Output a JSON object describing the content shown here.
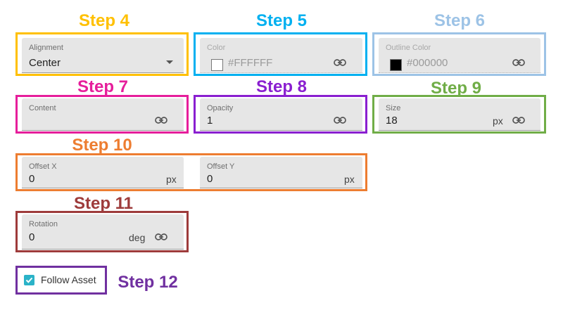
{
  "colors": {
    "step4": "#ffc000",
    "step5": "#00b0f0",
    "step6": "#9dc3e6",
    "step7": "#e61e9b",
    "step8": "#8a1fd0",
    "step9": "#70ad47",
    "step10": "#ed7d31",
    "step11": "#9e3b3b",
    "step12": "#7030a0",
    "checkbox": "#2bb3c8"
  },
  "steps": {
    "s4": "Step 4",
    "s5": "Step 5",
    "s6": "Step 6",
    "s7": "Step 7",
    "s8": "Step 8",
    "s9": "Step 9",
    "s10": "Step 10",
    "s11": "Step 11",
    "s12": "Step 12"
  },
  "fields": {
    "alignment": {
      "label": "Alignment",
      "value": "Center",
      "icon": "chevron-down-icon"
    },
    "color": {
      "label": "Color",
      "value": "#FFFFFF",
      "swatch": "#ffffff",
      "icon": "link-icon"
    },
    "outline_color": {
      "label": "Outline Color",
      "value": "#000000",
      "swatch": "#000000",
      "icon": "link-icon"
    },
    "content": {
      "label": "Content",
      "value": "",
      "icon": "link-icon"
    },
    "opacity": {
      "label": "Opacity",
      "value": "1",
      "icon": "link-icon"
    },
    "size": {
      "label": "Size",
      "value": "18",
      "unit": "px",
      "icon": "link-icon"
    },
    "offset_x": {
      "label": "Offset X",
      "value": "0",
      "unit": "px"
    },
    "offset_y": {
      "label": "Offset Y",
      "value": "0",
      "unit": "px"
    },
    "rotation": {
      "label": "Rotation",
      "value": "0",
      "unit": "deg",
      "icon": "link-icon"
    }
  },
  "follow_asset": {
    "label": "Follow Asset",
    "checked": true
  }
}
